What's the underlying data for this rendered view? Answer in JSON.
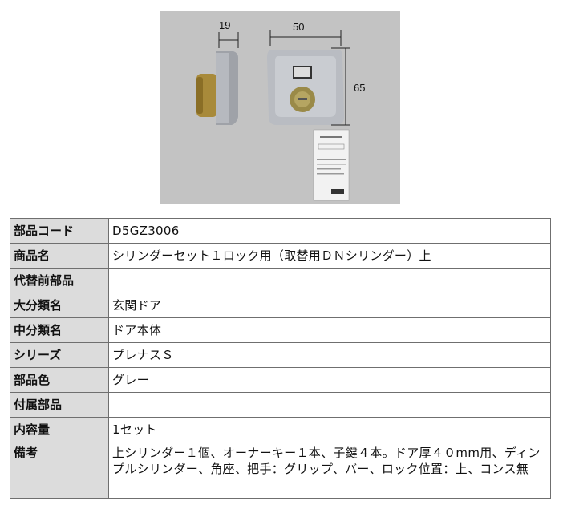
{
  "photo": {
    "dim_depth": "19",
    "dim_width": "50",
    "dim_height": "65"
  },
  "specs": [
    {
      "label": "部品コード",
      "value": "D5GZ3006"
    },
    {
      "label": "商品名",
      "value": "シリンダーセット１ロック用（取替用ＤＮシリンダー）上"
    },
    {
      "label": "代替前部品",
      "value": ""
    },
    {
      "label": "大分類名",
      "value": "玄関ドア"
    },
    {
      "label": "中分類名",
      "value": "ドア本体"
    },
    {
      "label": "シリーズ",
      "value": "プレナスＳ"
    },
    {
      "label": "部品色",
      "value": "グレー"
    },
    {
      "label": "付属部品",
      "value": ""
    },
    {
      "label": "内容量",
      "value": "1セット"
    },
    {
      "label": "備考",
      "value": "上シリンダー１個、オーナーキー１本、子鍵４本。ドア厚４０mm用、ディンプルシリンダー、角座、把手：グリップ、バー、ロック位置：上、コンス無"
    }
  ]
}
